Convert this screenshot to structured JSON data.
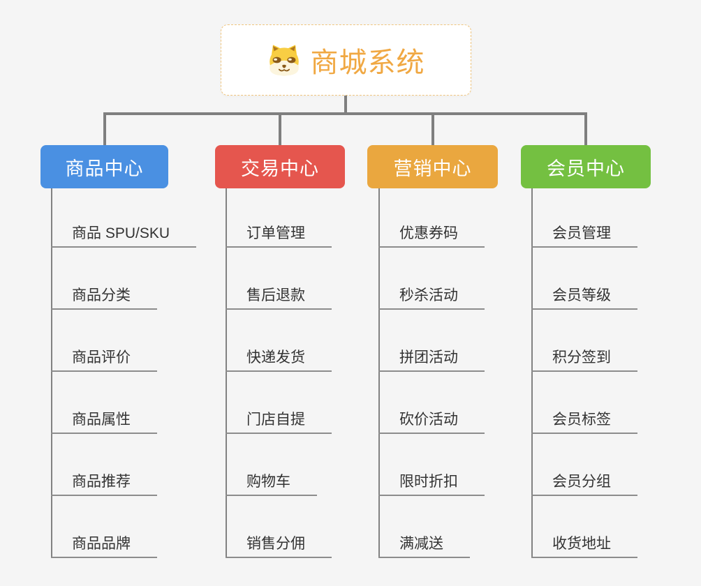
{
  "root": {
    "title": "商城系统",
    "icon": "dog-icon",
    "title_color": "#f0a843",
    "border_color": "#f0c57e"
  },
  "branches": [
    {
      "label": "商品中心",
      "color": "#4a90e2",
      "items": [
        "商品 SPU/SKU",
        "商品分类",
        "商品评价",
        "商品属性",
        "商品推荐",
        "商品品牌"
      ]
    },
    {
      "label": "交易中心",
      "color": "#e5564e",
      "items": [
        "订单管理",
        "售后退款",
        "快递发货",
        "门店自提",
        "购物车",
        "销售分佣"
      ]
    },
    {
      "label": "营销中心",
      "color": "#eaa73f",
      "items": [
        "优惠券码",
        "秒杀活动",
        "拼团活动",
        "砍价活动",
        "限时折扣",
        "满减送"
      ]
    },
    {
      "label": "会员中心",
      "color": "#74c041",
      "items": [
        "会员管理",
        "会员等级",
        "积分签到",
        "会员标签",
        "会员分组",
        "收货地址"
      ]
    }
  ],
  "connector_color": "#7f7f7f",
  "background_color": "#f5f5f5"
}
